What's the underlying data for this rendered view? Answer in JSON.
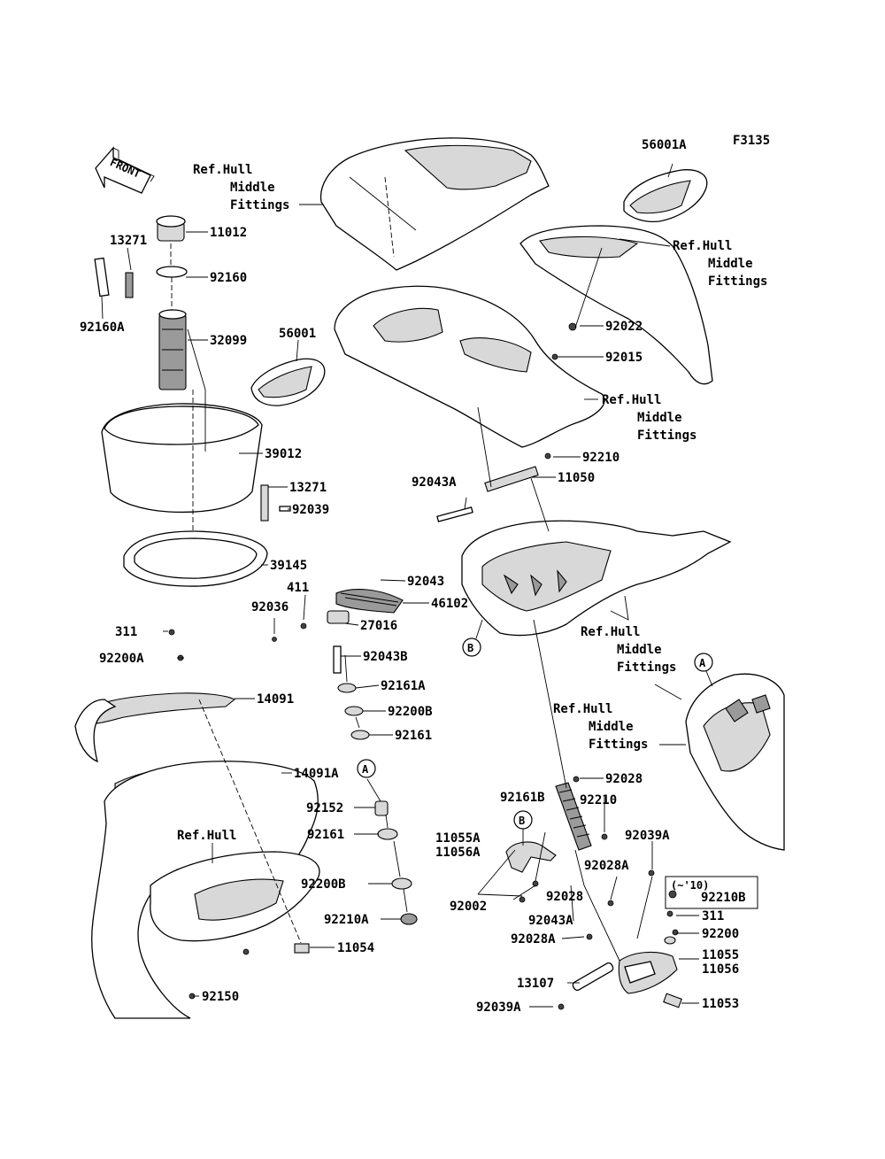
{
  "figure_code": "F3135",
  "front_arrow_label": "FRONT",
  "ref_labels": {
    "ref1": [
      "Ref.Hull",
      "Middle",
      "Fittings"
    ],
    "ref2": [
      "Ref.Hull",
      "Middle",
      "Fittings"
    ],
    "ref3": [
      "Ref.Hull",
      "Middle",
      "Fittings"
    ],
    "ref4": [
      "Ref.Hull",
      "Middle",
      "Fittings"
    ],
    "ref5": [
      "Ref.Hull",
      "Middle",
      "Fittings"
    ],
    "ref6": "Ref.Hull"
  },
  "circle_markers": {
    "b1": "B",
    "a1": "A",
    "a2": "A",
    "b2": "B"
  },
  "inset_note": "(~'10)",
  "parts": {
    "p56001A": "56001A",
    "p11012": "11012",
    "p13271a": "13271",
    "p92160": "92160",
    "p92160A": "92160A",
    "p32099": "32099",
    "p56001": "56001",
    "p92022": "92022",
    "p92015": "92015",
    "p39012": "39012",
    "p92210a": "92210",
    "p92043A": "92043A",
    "p11050": "11050",
    "p13271b": "13271",
    "p92039a": "92039",
    "p39145": "39145",
    "p92043": "92043",
    "p411": "411",
    "p46102": "46102",
    "p92036": "92036",
    "p27016": "27016",
    "p311a": "311",
    "p92200A": "92200A",
    "p92043B": "92043B",
    "p92161A": "92161A",
    "p14091": "14091",
    "p92200Ba": "92200B",
    "p92161a": "92161",
    "p14091A": "14091A",
    "p92028a": "92028",
    "p92152": "92152",
    "p92161B": "92161B",
    "p92210b": "92210",
    "p92161b": "92161",
    "p11055A": "11055A",
    "p11056A": "11056A",
    "p92039A": "92039A",
    "p92028A": "92028A",
    "p92200Bb": "92200B",
    "p92028b": "92028",
    "p92210B": "92210B",
    "p92002": "92002",
    "p311b": "311",
    "p92210A": "92210A",
    "p92043Ab": "92043A",
    "p92200": "92200",
    "p11054": "11054",
    "p92028Ab": "92028A",
    "p11055": "11055",
    "p11056": "11056",
    "p13107": "13107",
    "p92150": "92150",
    "p92039Ab": "92039A",
    "p11053": "11053"
  }
}
